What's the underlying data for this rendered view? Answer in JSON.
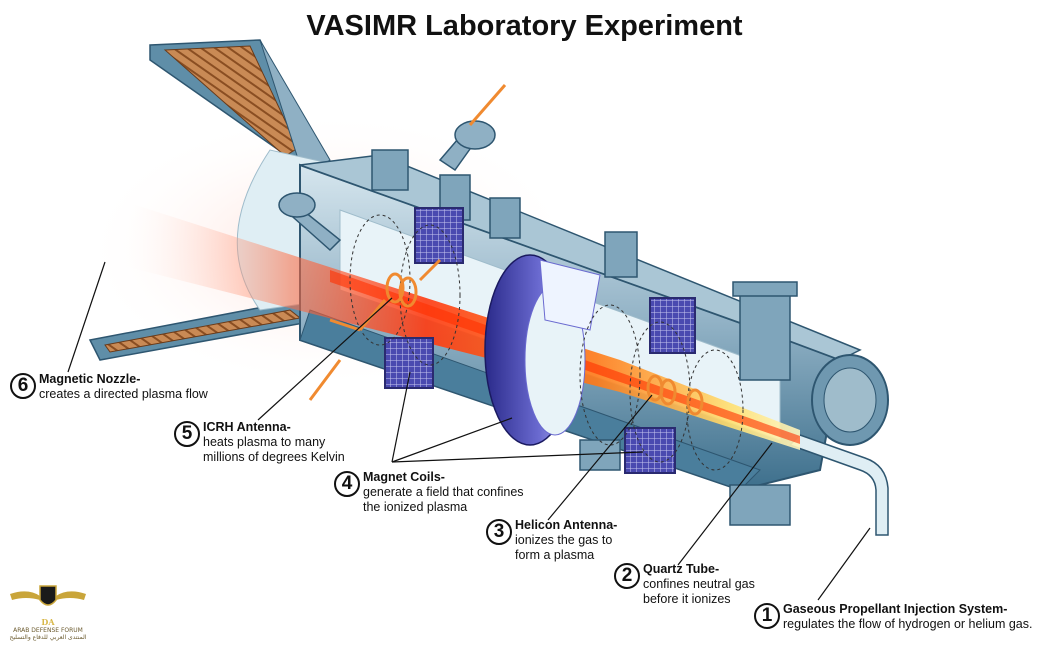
{
  "title": "VASIMR Laboratory Experiment",
  "callouts": [
    {
      "number": "6",
      "heading": "Magnetic Nozzle-",
      "lines": [
        "creates a directed plasma flow"
      ]
    },
    {
      "number": "5",
      "heading": "ICRH Antenna-",
      "lines": [
        "heats plasma to many",
        "millions of degrees Kelvin"
      ]
    },
    {
      "number": "4",
      "heading": "Magnet Coils-",
      "lines": [
        "generate a field that confines",
        "the ionized plasma"
      ]
    },
    {
      "number": "3",
      "heading": "Helicon Antenna-",
      "lines": [
        "ionizes the gas to",
        "form a plasma"
      ]
    },
    {
      "number": "2",
      "heading": "Quartz Tube-",
      "lines": [
        "confines neutral gas",
        "before it ionizes"
      ]
    },
    {
      "number": "1",
      "heading": "Gaseous Propellant Injection System-",
      "lines": [
        "regulates the flow of hydrogen or helium gas."
      ]
    }
  ],
  "watermark": {
    "logo_letters": "DA",
    "line1": "ARAB DEFENSE FORUM",
    "line2": "المنتدى العربي للدفاع والتسليح"
  },
  "colors": {
    "chamber": "#8fb0c4",
    "chamber_dark": "#3d6f8c",
    "plasma_hot": "#ff4a1c",
    "plasma_warm": "#ffb020",
    "coil_purple": "#5a5ab8",
    "nozzle_copper": "#b5703f"
  }
}
